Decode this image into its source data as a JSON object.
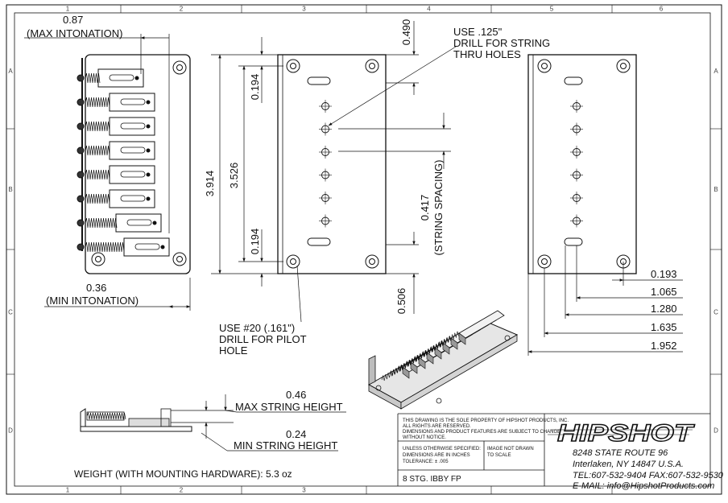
{
  "zones": {
    "cols": [
      "1",
      "2",
      "3",
      "4",
      "5",
      "6"
    ],
    "rows": [
      "A",
      "B",
      "C",
      "D"
    ]
  },
  "dimensions": {
    "max_intonation_value": "0.87",
    "max_intonation_label": "(MAX INTONATION)",
    "min_intonation_value": "0.36",
    "min_intonation_label": "(MIN INTONATION)",
    "overall_height": "3.914",
    "hole_span": "3.526",
    "top_offset": "0.194",
    "bottom_offset": "0.194",
    "string_hole_offset": "0.490",
    "lower_offset": "0.506",
    "string_spacing_value": "0.417",
    "string_spacing_label": "(STRING SPACING)",
    "ordinate": [
      "0.193",
      "1.065",
      "1.280",
      "1.635",
      "1.952"
    ],
    "max_string_height_value": "0.46",
    "max_string_height_label": "MAX STRING HEIGHT",
    "min_string_height_value": "0.24",
    "min_string_height_label": "MIN STRING HEIGHT"
  },
  "notes": {
    "string_drill": [
      "USE .125\"",
      "DRILL FOR STRING",
      "THRU HOLES"
    ],
    "pilot_drill": [
      "USE #20 (.161\")",
      "DRILL FOR PILOT",
      "HOLE"
    ],
    "weight": "WEIGHT (WITH MOUNTING HARDWARE): 5.3 oz"
  },
  "title_block": {
    "property_notice": [
      "THIS DRAWING IS THE SOLE PROPERTY OF HIPSHOT PRODUCTS, INC.",
      "ALL RIGHTS ARE RESERVED.",
      "DIMENSIONS AND PRODUCT FEATURES ARE SUBJECT TO CHANGE",
      "WITHOUT NOTICE."
    ],
    "units_note": [
      "UNLESS OTHERWISE SPECIFIED:",
      "DIMENSIONS ARE IN INCHES",
      "TOLERANCE: ± .005"
    ],
    "scale_note": [
      "IMAGE NOT DRAWN",
      "TO SCALE"
    ],
    "part_name": "8 STG. IBBY FP",
    "logo": "HIPSHOT",
    "address": [
      "8248 STATE ROUTE 96",
      "Interlaken, NY 14847 U.S.A.",
      "TEL:607-532-9404 FAX:607-532-9530",
      "E-MAIL: info@HipshotProducts.com"
    ]
  }
}
